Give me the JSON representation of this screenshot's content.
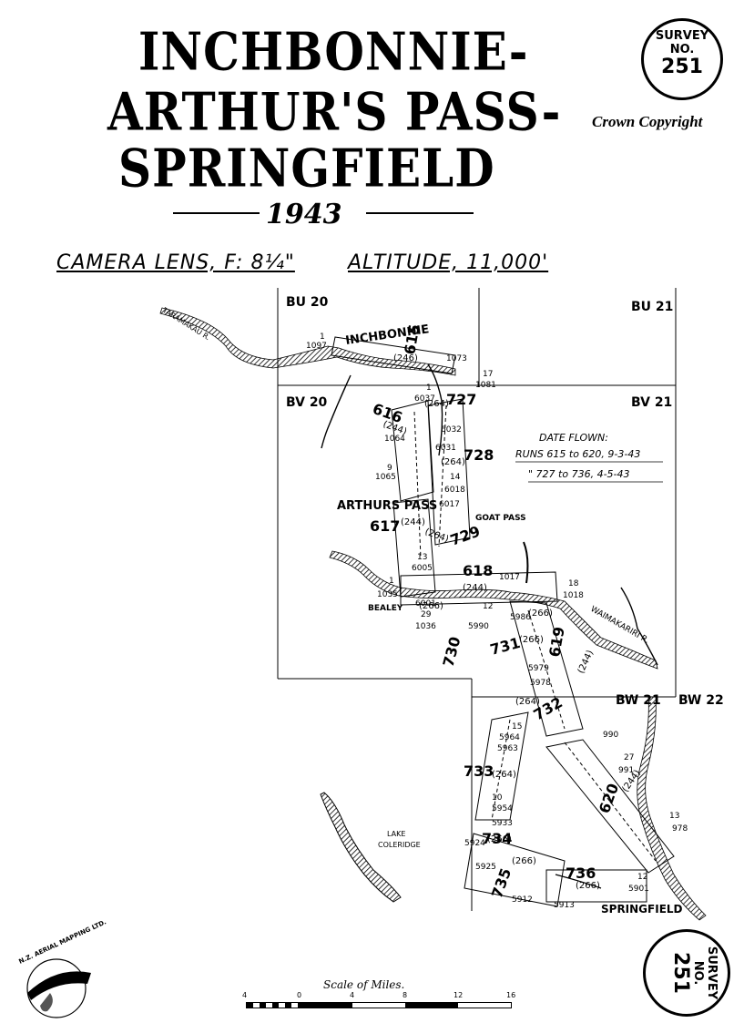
{
  "title": {
    "line1": "INCHBONNIE-",
    "line2": "ARTHUR'S PASS-",
    "line3": "SPRINGFIELD",
    "year": "1943"
  },
  "survey_stamp": {
    "line1": "SURVEY",
    "line2": "NO.",
    "number": "251"
  },
  "copyright": "Crown Copyright",
  "camera": "CAMERA LENS, F: 8¼\"",
  "altitude": "ALTITUDE, 11,000'",
  "sheets": [
    "BU 20",
    "BU 21",
    "BV 20",
    "BV 21",
    "BW 21",
    "BW 22"
  ],
  "date_flown": {
    "heading": "DATE FLOWN:",
    "line1": "RUNS 615 to 620, 9-3-43",
    "line2": "\" 727 to 736, 4-5-43"
  },
  "places": {
    "inchbonnie": "INCHBONNIE",
    "arthurs_pass": "ARTHURS PASS",
    "goat_pass": "GOAT PASS",
    "bealey": "BEALEY",
    "springfield": "SPRINGFIELD",
    "lake_line1": "LAKE",
    "lake_line2": "COLERIDGE",
    "taramakau": "TARAMAKAU R.",
    "waimakariri": "WAIMAKARIRI R."
  },
  "runs": [
    "615",
    "616",
    "617",
    "618",
    "619",
    "620",
    "727",
    "728",
    "729",
    "730",
    "731",
    "732",
    "733",
    "734",
    "735",
    "736"
  ],
  "altitude_notes": [
    "(246)",
    "(244)",
    "(264)",
    "(244)",
    "(264)",
    "(264)",
    "(244)",
    "(266)",
    "(266)",
    "(264)",
    "(266)",
    "(244)",
    "(264)",
    "(266)",
    "(266)",
    "(266)",
    "(244)"
  ],
  "photo_numbers": [
    "1",
    "1097",
    "1073",
    "17",
    "1081",
    "1",
    "6037",
    "6032",
    "6031",
    "6018",
    "14",
    "1064",
    "9",
    "1065",
    "6017",
    "13",
    "6005",
    "1",
    "1035",
    "6001",
    "29",
    "1036",
    "1017",
    "18",
    "1018",
    "12",
    "5990",
    "5986",
    "5979",
    "5978",
    "15",
    "5964",
    "5963",
    "10",
    "5954",
    "5933",
    "5924",
    "5925",
    "5912",
    "5913",
    "12",
    "5901",
    "990",
    "27",
    "991",
    "13",
    "978"
  ],
  "scale": {
    "title": "Scale of Miles.",
    "ticks": [
      "4",
      "0",
      "4",
      "8",
      "12",
      "16"
    ]
  },
  "logo": {
    "text": "N.Z. AERIAL MAPPING LTD."
  },
  "colors": {
    "ink": "#000000",
    "paper": "#ffffff"
  }
}
